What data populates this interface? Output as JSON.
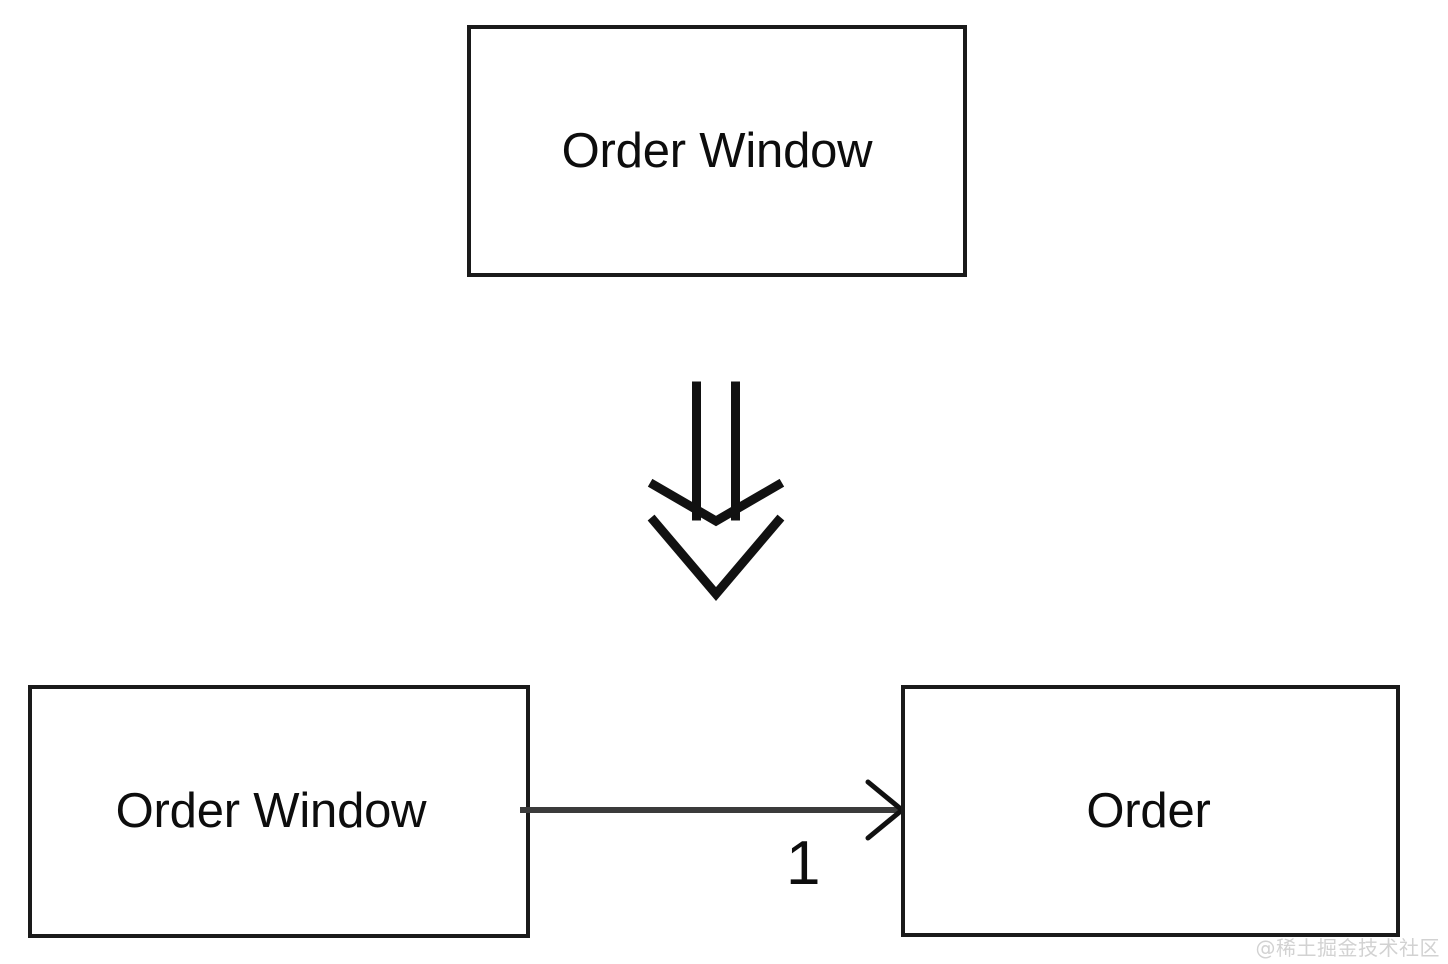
{
  "diagram": {
    "type": "uml-class-refinement",
    "background_color": "#ffffff",
    "stroke_color": "#1a1a1a",
    "text_color": "#0d0d0d",
    "before": {
      "nodes": [
        {
          "id": "order-window-merged",
          "label": "Order Window"
        }
      ]
    },
    "after": {
      "nodes": [
        {
          "id": "order-window",
          "label": "Order Window"
        },
        {
          "id": "order",
          "label": "Order"
        }
      ],
      "connector": {
        "from": "order-window",
        "to": "order",
        "arrow": "open-arrow-right",
        "multiplicity": "1"
      }
    },
    "transform_arrow": {
      "name": "double-down-arrow",
      "direction": "down",
      "shafts": 2,
      "heads": 2
    }
  },
  "watermark": {
    "text": "@稀土掘金技术社区",
    "color": "#d2d2d2"
  }
}
